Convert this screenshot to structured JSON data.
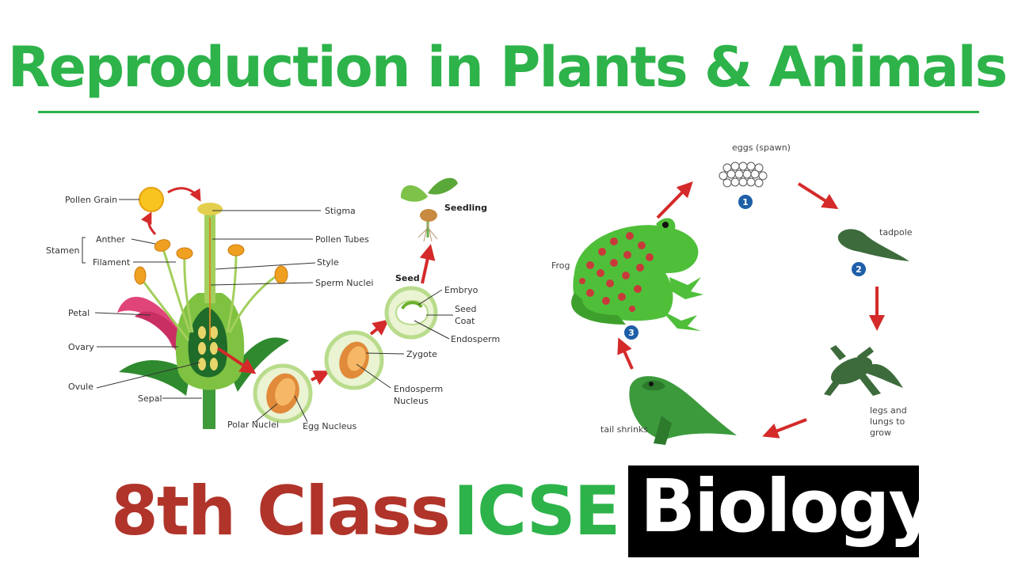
{
  "title": "Reproduction in Plants & Animals",
  "flower_labels": {
    "pollen_grain": "Pollen Grain",
    "anther": "Anther",
    "stamen": "Stamen",
    "filament": "Filament",
    "petal": "Petal",
    "ovary": "Ovary",
    "ovule": "Ovule",
    "sepal": "Sepal",
    "stigma": "Stigma",
    "pollen_tubes": "Pollen Tubes",
    "style": "Style",
    "sperm_nuclei": "Sperm Nuclei",
    "polar_nuclei": "Polar Nuclei",
    "egg_nucleus": "Egg Nucleus",
    "zygote": "Zygote",
    "endosperm_nucleus_1": "Endosperm",
    "endosperm_nucleus_2": "Nucleus",
    "seed": "Seed",
    "embryo": "Embryo",
    "seed_coat_1": "Seed",
    "seed_coat_2": "Coat",
    "endosperm": "Endosperm",
    "seedling": "Seedling"
  },
  "frog_cycle": {
    "eggs": "eggs (spawn)",
    "tadpole": "tadpole",
    "legs_1": "legs and",
    "legs_2": "lungs to",
    "legs_3": "grow",
    "tail": "tail shrinks",
    "frog": "Frog",
    "step1": "1",
    "step2": "2",
    "step3": "3"
  },
  "colors": {
    "title_green": "#2db34a",
    "class_red": "#b0342a",
    "arrow_red": "#d42a2a",
    "badge_blue": "#1e5fa8"
  },
  "bottom": {
    "class": "8th Class",
    "icse": "ICSE",
    "biology": "Biology"
  }
}
